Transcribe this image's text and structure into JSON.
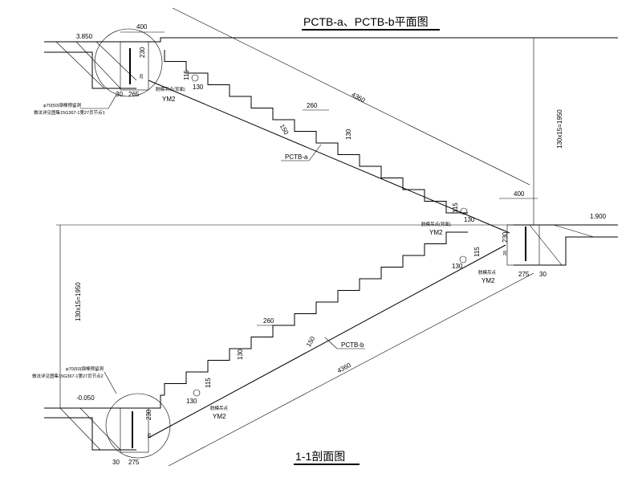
{
  "titles": {
    "plan": "PCTB-a、PCTB-b平面图",
    "section": "1-1剖面图"
  },
  "upper": {
    "elevation": "3.850",
    "dim_400": "400",
    "dim_230": "230",
    "dim_20": "20",
    "dim_265": "265",
    "dim_30": "30",
    "dim_115": "115",
    "dim_130": "130",
    "dim_260": "260",
    "dim_150": "150",
    "dim_130b": "130",
    "dim_4360": "4360",
    "lift_point": "脱模吊点(背面)",
    "ym": "YM2",
    "hole_note": "φ70(50)钢棒预留洞",
    "detail_note": "做法详见图集15G367-1第27页节点1",
    "label": "PCTB-a",
    "height_dim": "130x15=1950"
  },
  "middle": {
    "elevation": "1.900",
    "dim_400": "400",
    "dim_230": "230",
    "dim_20": "20",
    "dim_275": "275",
    "dim_30": "30",
    "dim_115": "115",
    "dim_130": "130",
    "lift_point_back": "脱模吊点(背面)",
    "ym": "YM2",
    "dim_115b": "115",
    "dim_130b": "130",
    "lift_point": "脱模吊点",
    "ym2": "YM2"
  },
  "lower": {
    "elevation": "-0.050",
    "hole_note": "φ70(50)钢棒预留洞",
    "detail_note": "做法详见图集15G367-1第27页节点2",
    "dim_230": "230",
    "dim_20": "20",
    "dim_30": "30",
    "dim_275": "275",
    "dim_115": "115",
    "dim_130": "130",
    "lift_point": "脱模吊点",
    "ym": "YM2",
    "dim_260": "260",
    "dim_130b": "130",
    "dim_150": "150",
    "dim_4360": "4360",
    "label": "PCTB-b",
    "height_dim": "130x15=1950"
  }
}
